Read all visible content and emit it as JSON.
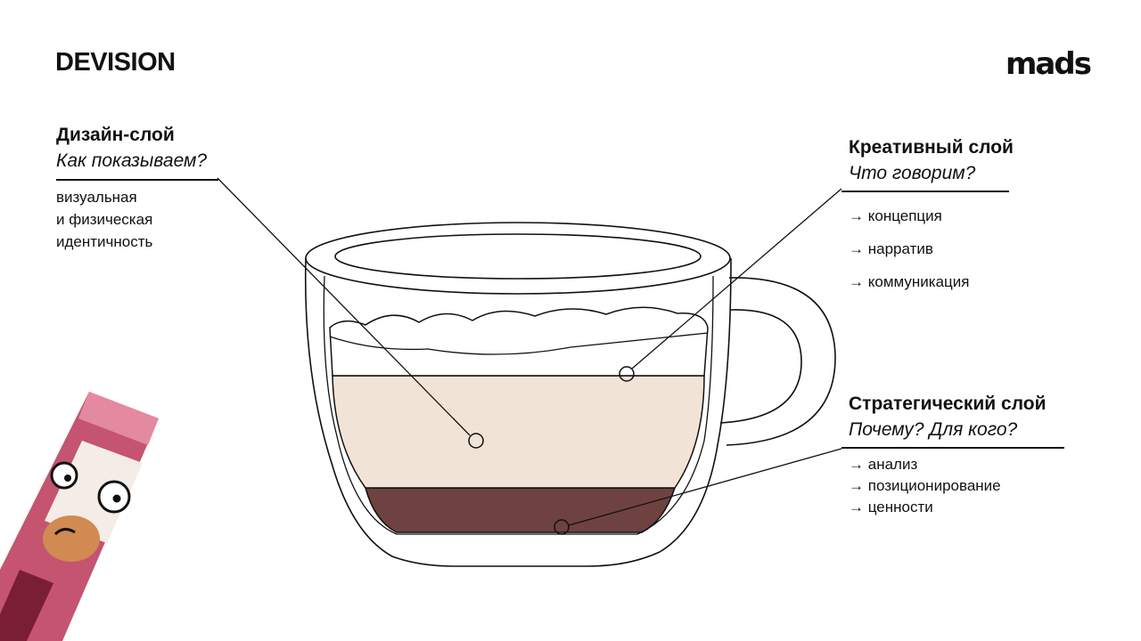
{
  "brand": "DEVISION",
  "logo": "mads",
  "design_layer": {
    "title": "Дизайн-слой",
    "question": "Как показываем?",
    "lines": [
      "визуальная",
      "и физическая",
      "идентичность"
    ]
  },
  "creative_layer": {
    "title": "Креативный слой",
    "question": "Что говорим?",
    "items": [
      "концепция",
      "нарратив",
      "коммуникация"
    ]
  },
  "strategic_layer": {
    "title": "Стратегический слой",
    "question": "Почему? Для кого?",
    "items": [
      "анализ",
      "позиционирование",
      "ценности"
    ]
  },
  "colors": {
    "foam": "#ffffff",
    "milk": "#f1e3d5",
    "coffee": "#6e4240",
    "stroke": "#111111",
    "packet_pink": "#c4546f",
    "packet_dark": "#7a1e33"
  }
}
